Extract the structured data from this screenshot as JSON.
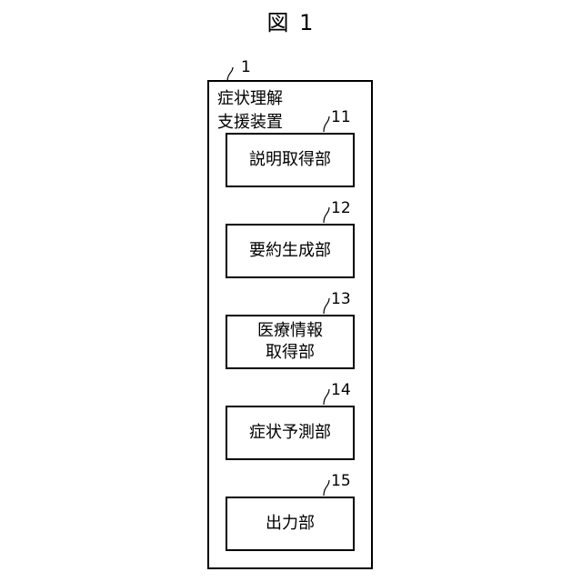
{
  "figure": {
    "title": "図 1"
  },
  "apparatus": {
    "ref": "1",
    "label": "症状理解\n支援装置"
  },
  "units": [
    {
      "ref": "11",
      "label": "説明取得部"
    },
    {
      "ref": "12",
      "label": "要約生成部"
    },
    {
      "ref": "13",
      "label": "医療情報\n取得部"
    },
    {
      "ref": "14",
      "label": "症状予測部"
    },
    {
      "ref": "15",
      "label": "出力部"
    }
  ]
}
